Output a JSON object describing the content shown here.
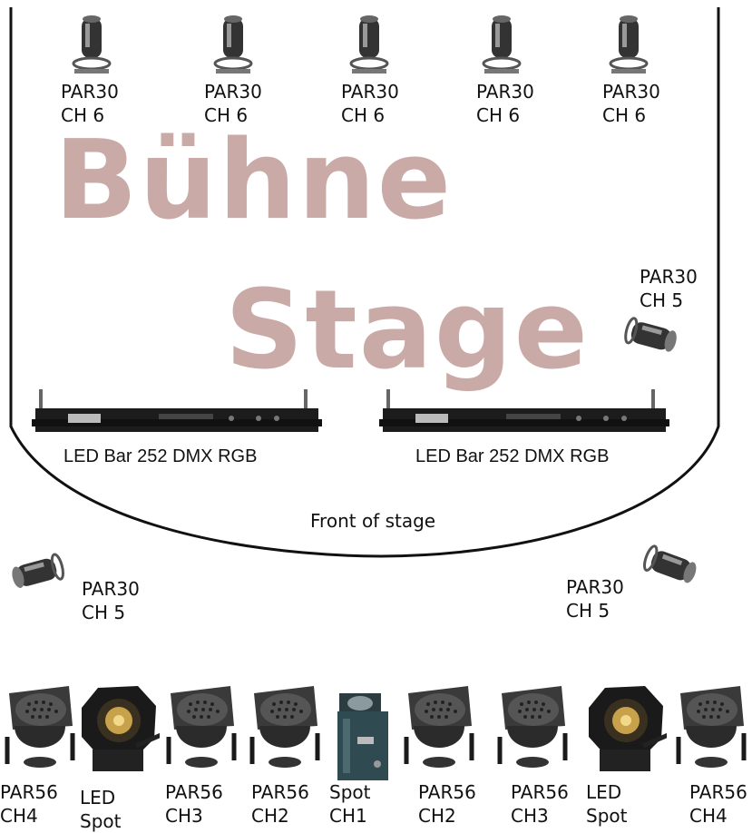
{
  "watermark": {
    "line1": "Bühne",
    "line2": "Stage"
  },
  "front_label": "Front of stage",
  "top_pars": [
    {
      "name": "PAR30",
      "channel": "CH 6"
    },
    {
      "name": "PAR30",
      "channel": "CH 6"
    },
    {
      "name": "PAR30",
      "channel": "CH 6"
    },
    {
      "name": "PAR30",
      "channel": "CH 6"
    },
    {
      "name": "PAR30",
      "channel": "CH 6"
    }
  ],
  "side_par": {
    "name": "PAR30",
    "channel": "CH 5"
  },
  "front_pars": [
    {
      "name": "PAR30",
      "channel": "CH 5"
    },
    {
      "name": "PAR30",
      "channel": "CH 5"
    }
  ],
  "led_bars": [
    {
      "label": "LED Bar 252 DMX RGB"
    },
    {
      "label": "LED Bar 252 DMX RGB"
    }
  ],
  "bottom_fixtures": [
    {
      "type": "par56",
      "line1": "PAR56",
      "line2": "CH4"
    },
    {
      "type": "ledspot",
      "line1": "LED",
      "line2": "Spot"
    },
    {
      "type": "par56",
      "line1": "PAR56",
      "line2": "CH3"
    },
    {
      "type": "par56",
      "line1": "PAR56",
      "line2": "CH2"
    },
    {
      "type": "spot",
      "line1": "Spot",
      "line2": "CH1"
    },
    {
      "type": "par56",
      "line1": "PAR56",
      "line2": "CH2"
    },
    {
      "type": "par56",
      "line1": "PAR56",
      "line2": "CH3"
    },
    {
      "type": "ledspot",
      "line1": "LED",
      "line2": "Spot"
    },
    {
      "type": "par56",
      "line1": "PAR56",
      "line2": "CH4"
    }
  ],
  "colors": {
    "watermark": "#c9aaa6",
    "outline": "#111111",
    "fixture_body": "#2b2b2b"
  }
}
